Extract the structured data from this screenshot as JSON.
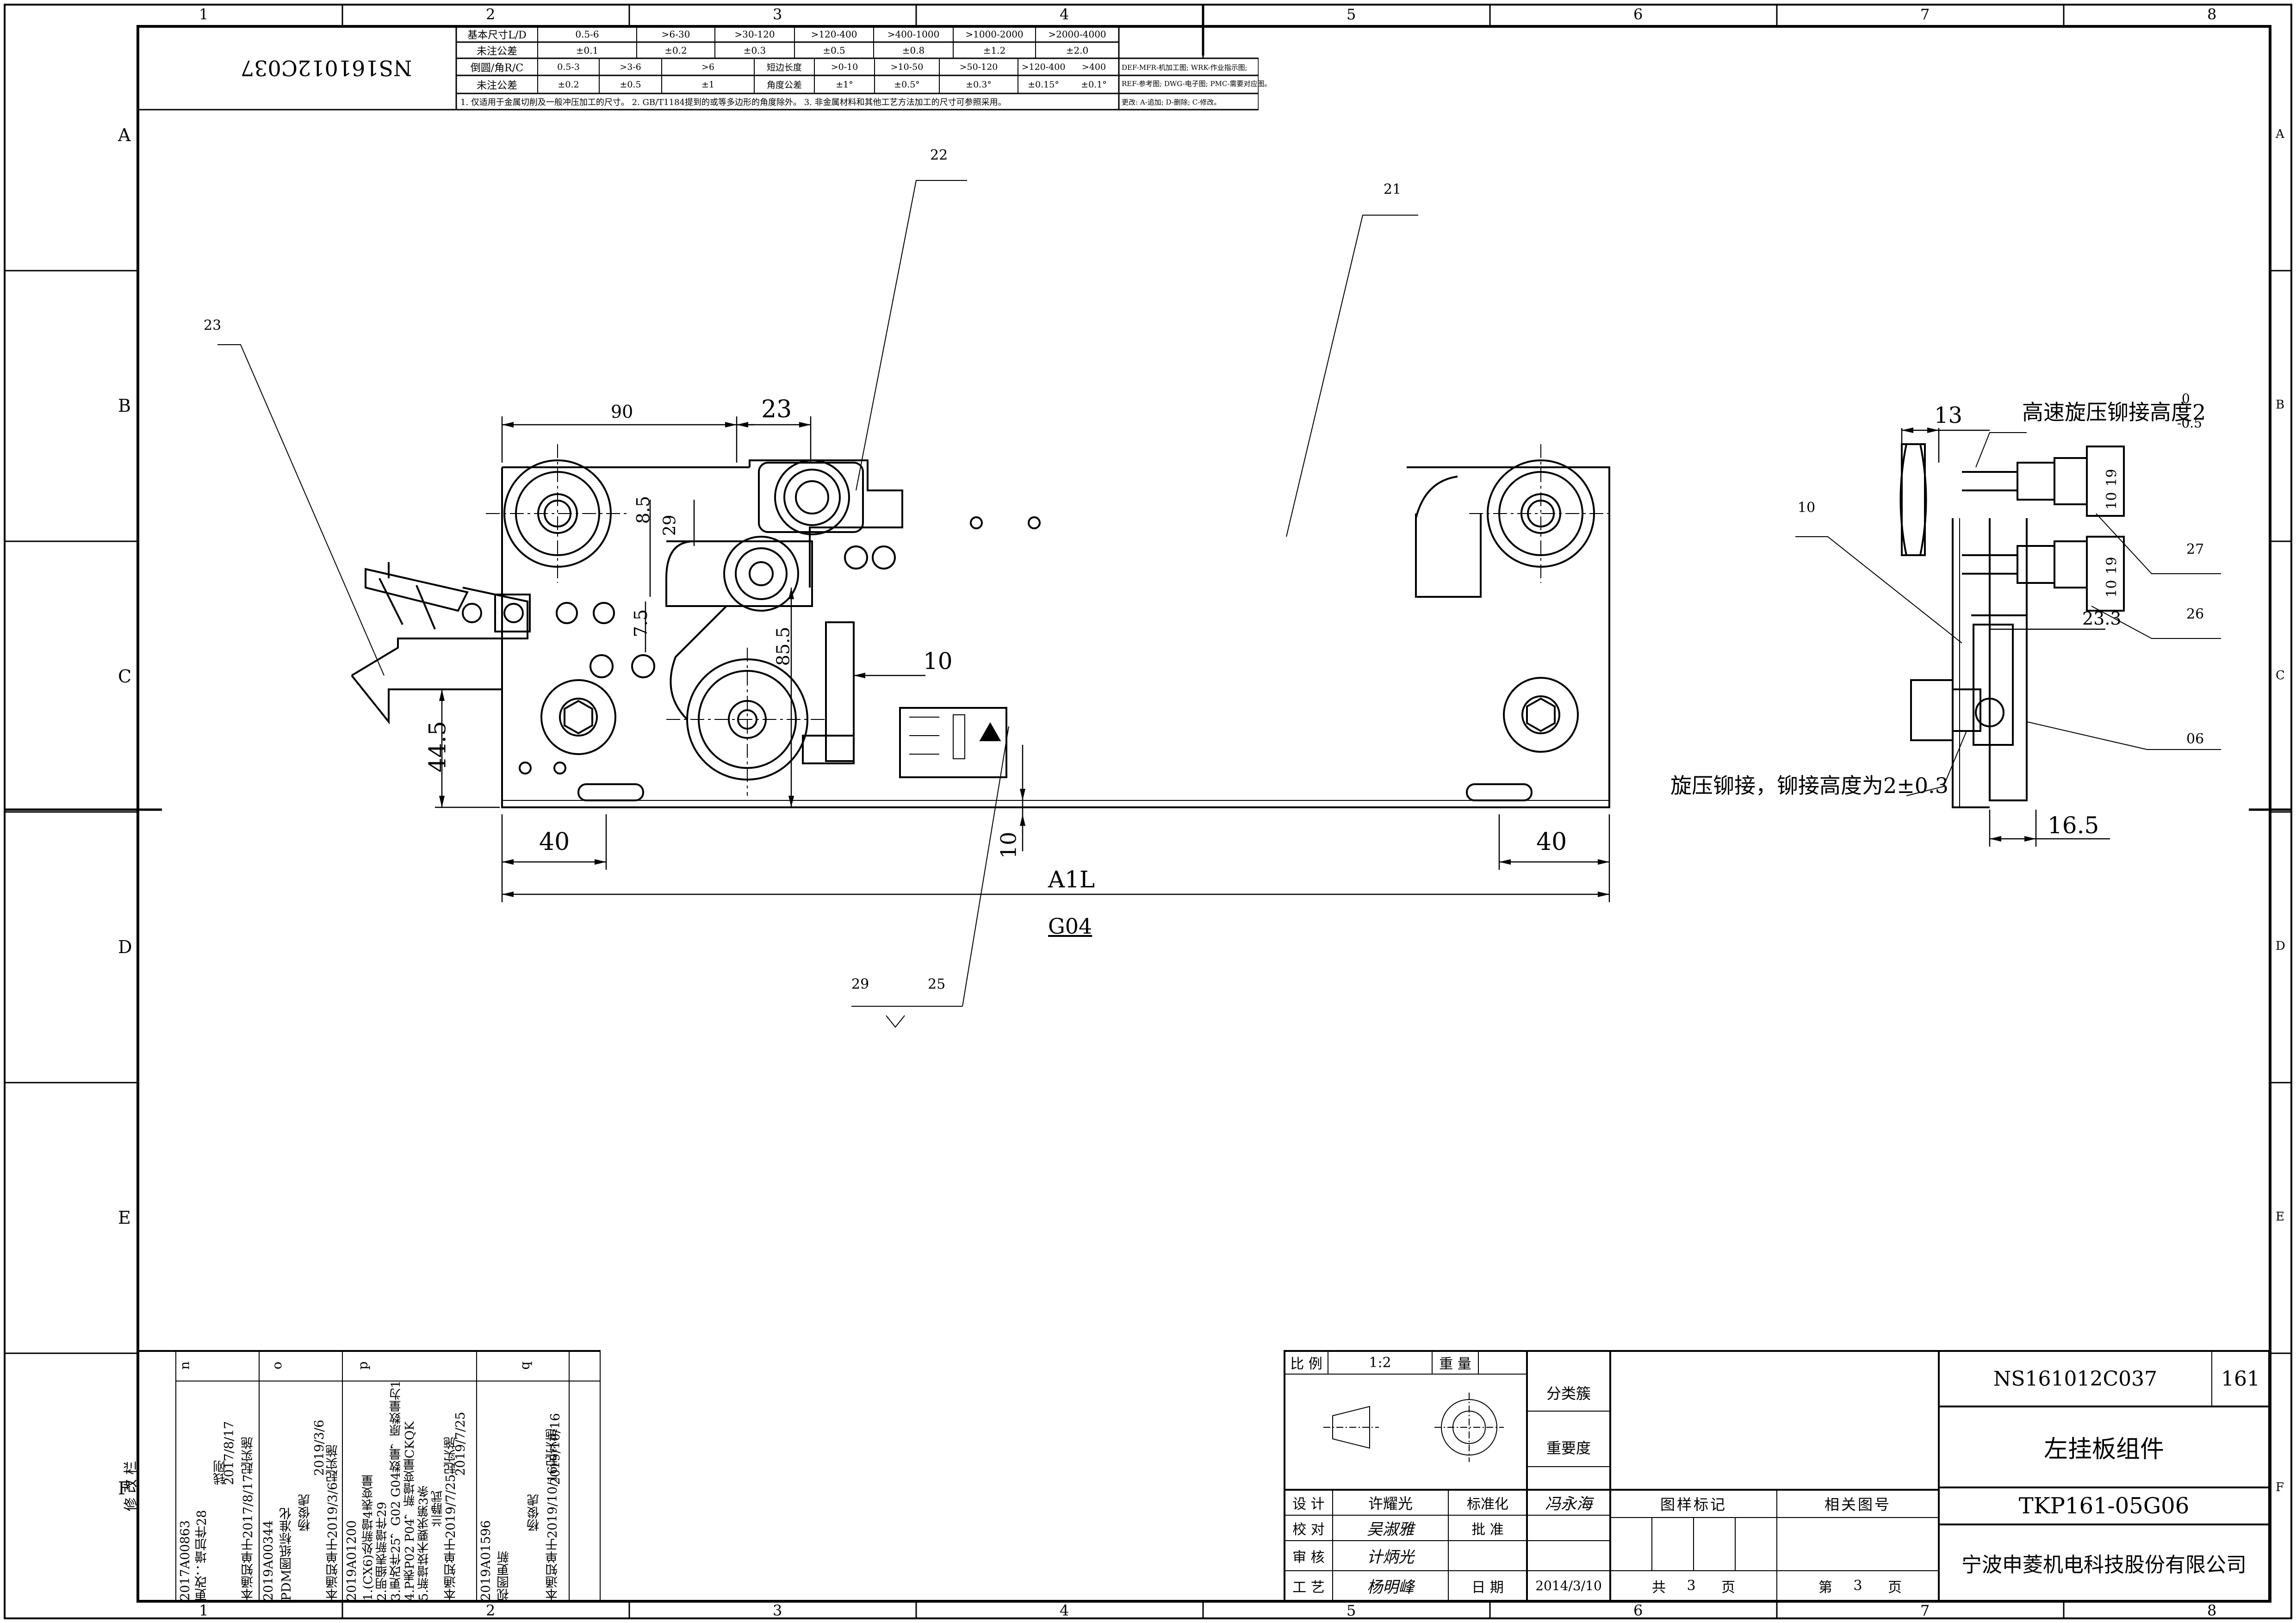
{
  "drawing_number": "NS161012C037",
  "part_name": "左挂板组件",
  "model_code": "TKP161-05G06",
  "company": "宁波申菱机电科技股份有限公司",
  "sheet_code": "161",
  "border": {
    "columns": [
      "1",
      "2",
      "3",
      "4",
      "5",
      "6",
      "7",
      "8"
    ],
    "rows": [
      "A",
      "B",
      "C",
      "D",
      "E",
      "F"
    ]
  },
  "tolerance_table": {
    "row1_label": "基本尺寸L/D",
    "row1_values": [
      "0.5-6",
      ">6-30",
      ">30-120",
      ">120-400",
      ">400-1000",
      ">1000-2000",
      ">2000-4000"
    ],
    "row2_label": "未注公差",
    "row2_values": [
      "±0.1",
      "±0.2",
      "±0.3",
      "±0.5",
      "±0.8",
      "±1.2",
      "±2.0"
    ],
    "row3_label": "倒圆/角R/C",
    "row3_values": [
      "0.5-3",
      ">3-6",
      ">6",
      "短边长度",
      ">0-10",
      ">10-50",
      ">50-120",
      ">120-400",
      ">400"
    ],
    "row4_label": "未注公差",
    "row4_values": [
      "±0.2",
      "±0.5",
      "±1",
      "角度公差",
      "±1°",
      "±0.5°",
      "±0.3°",
      "±0.15°",
      "±0.1°"
    ],
    "note": "1. 仅适用于金属切削及一般冲压加工的尺寸。 2. GB/T1184提到的或等多边形的角度除外。 3. 非金属材料和其他工艺方法加工的尺寸可参照采用。",
    "side_note1": "DEF-MFR-机加工图; WRK-作业指示图;",
    "side_note2": "REF-参考图; DWG-电子图; PMC-需要对应图。",
    "side_note3": "更改: A-追加; D-删除; C-修改。"
  },
  "dimensions": {
    "d90": "90",
    "d23": "23",
    "d8_5": "8.5",
    "d29": "29",
    "d7_5": "7.5",
    "d85_5": "85.5",
    "d10a": "10",
    "d44_5": "44.5",
    "d40a": "40",
    "d40b": "40",
    "d10b": "10",
    "a1l": "A1L",
    "g04": "G04",
    "d13": "13",
    "d23_3": "23.3",
    "d16_5": "16.5",
    "d19a": "19",
    "d10c": "10",
    "d19b": "19",
    "d10d": "10"
  },
  "balloons": {
    "b21": "21",
    "b22": "22",
    "b23": "23",
    "b10": "10",
    "b27": "27",
    "b26": "26",
    "b06": "06",
    "b29": "29",
    "b25": "25"
  },
  "notes": {
    "rivet_high_speed": "高速旋压铆接高度2",
    "rivet_tol_upper": "0",
    "rivet_tol_lower": "-0.5",
    "rivet_spin": "旋压铆接，铆接高度为2±0.3"
  },
  "title_block": {
    "scale_label": "比 例",
    "scale_value": "1:2",
    "weight_label": "重 量",
    "class_label": "分类簇",
    "importance_label": "重要度",
    "design_label": "设 计",
    "designer": "许耀光",
    "standard_label": "标准化",
    "standardizer_sig": "冯永海",
    "check_label": "校 对",
    "checker_sig": "吴淑雅",
    "approve_label": "批 准",
    "review_label": "审 核",
    "reviewer_sig": "计炳光",
    "process_label": "工 艺",
    "process_sig": "杨明峰",
    "date_label": "日 期",
    "date_value": "2014/3/10",
    "pattern_mark_label": "图样标记",
    "related_label": "相关图号",
    "total_label": "共",
    "total_value": "3",
    "page_unit": "页",
    "sheet_label": "第",
    "sheet_value": "3"
  },
  "revision_table": {
    "header": "修 改 栏",
    "letters": [
      "n",
      "o",
      "p",
      "q"
    ],
    "blocks": [
      [
        "2017/8/17",
        "2017A00863",
        "更改：增加件28",
        "钱刚",
        "本通知单于2017/8/17起实施"
      ],
      [
        "2019/3/6",
        "2019A00344",
        "PDM图纸标准化",
        "杨俊虎",
        "本通知单于2019/3/6起实施"
      ],
      [
        "2019/7/25",
        "2019A01200",
        "1.(CX6)处新增4表变量",
        "2.明细表新增件29",
        "3.更改件25，G02 G04数量，原数量为1",
        "4.P表P02 P04，新增变量CKQK",
        "5.新增技术要求第3条",
        "兰静武",
        "本通知单于2019/7/25起实施"
      ],
      [
        "2019/10/16",
        "2019A01596",
        "视图更新",
        "杨俊虎",
        "本通知单于2019/10/16起实施"
      ]
    ]
  }
}
